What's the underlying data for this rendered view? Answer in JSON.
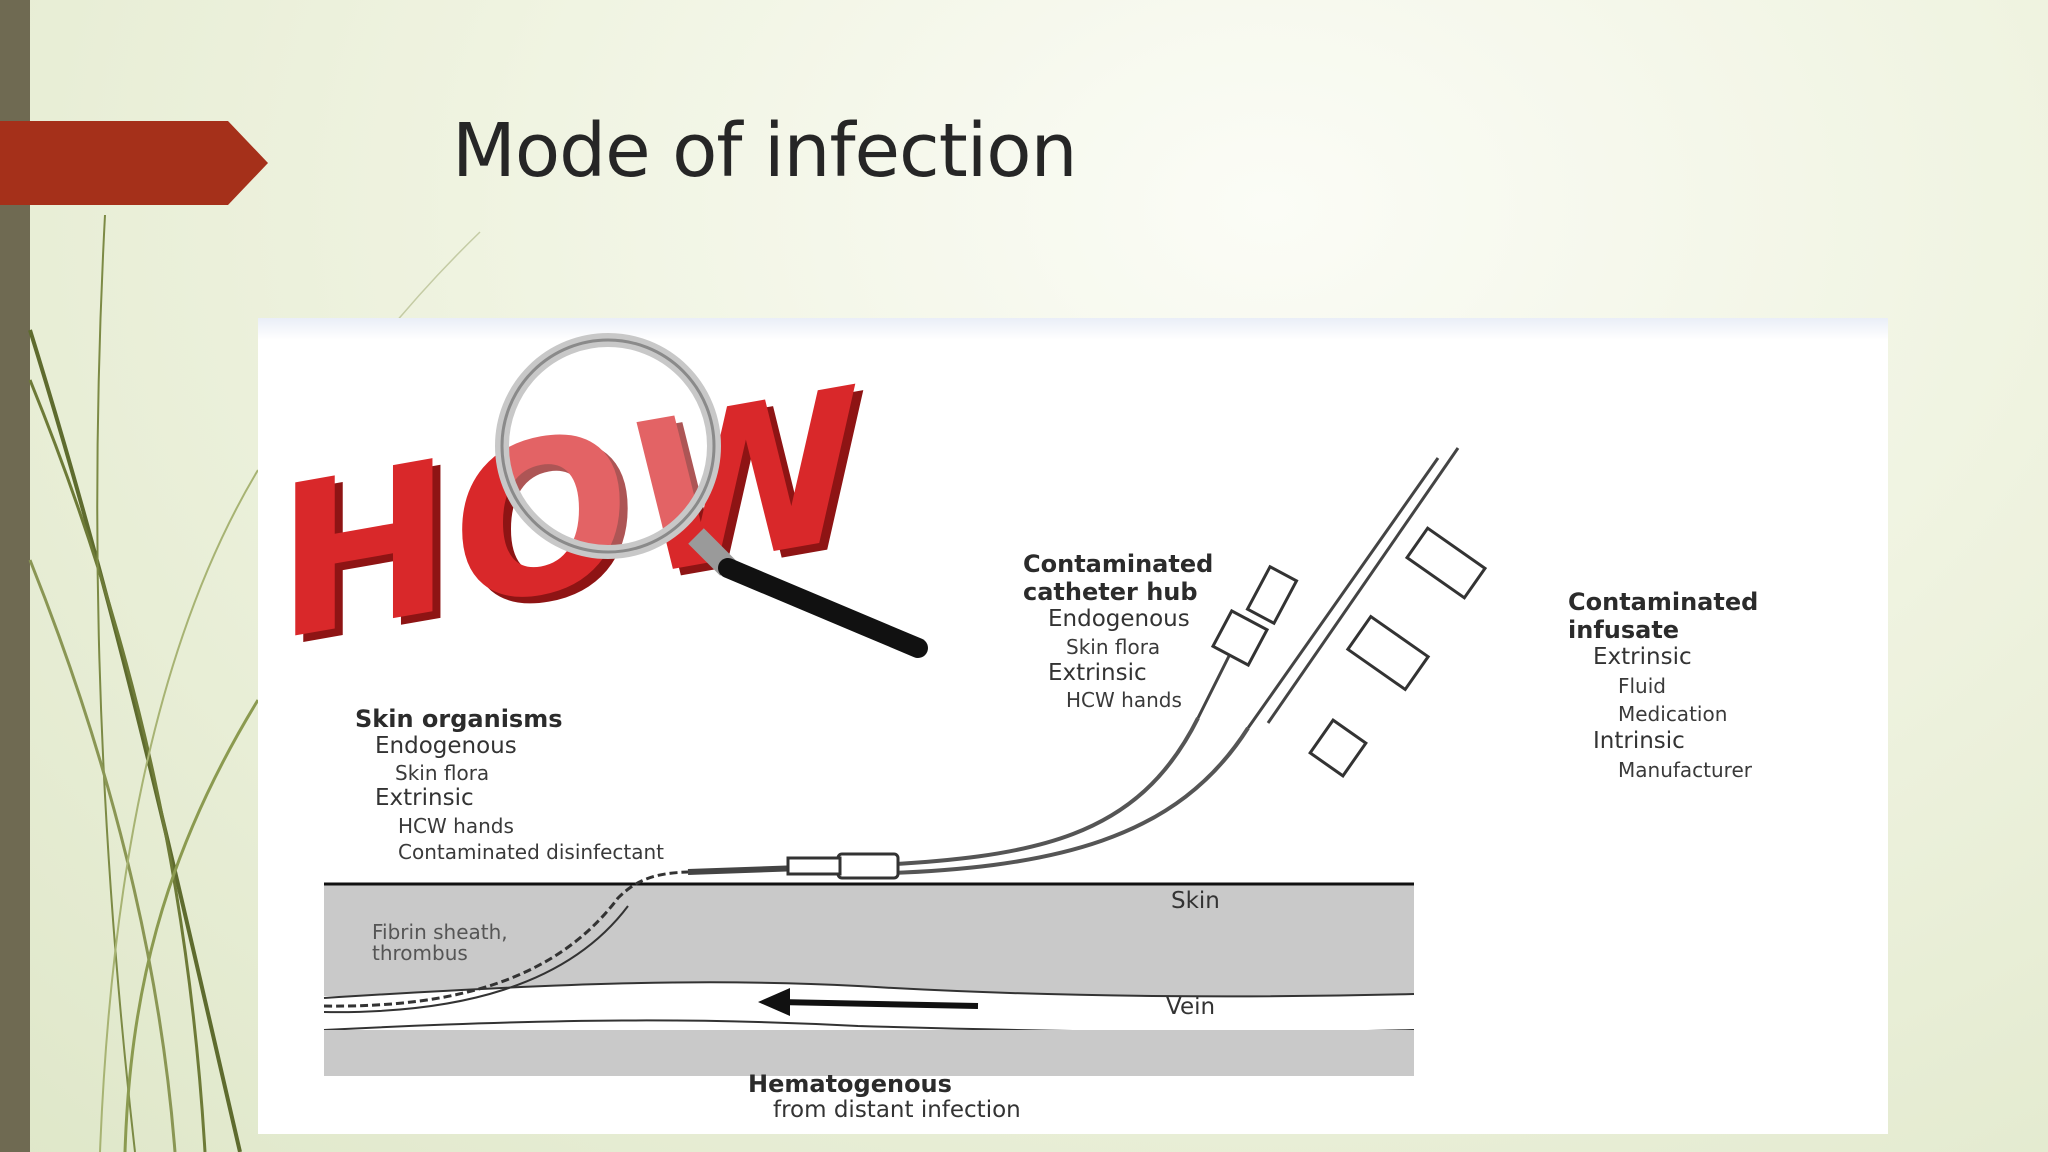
{
  "slide": {
    "title": "Mode of infection",
    "accent_color": "#a5301a",
    "sidebar_color": "#6f6a52"
  },
  "figure": {
    "logo_text": "HOW",
    "skin_organisms": {
      "heading": "Skin organisms",
      "endogenous": "Endogenous",
      "skin_flora": "Skin flora",
      "extrinsic": "Extrinsic",
      "hcw_hands": "HCW hands",
      "contaminated_disinfectant": "Contaminated  disinfectant"
    },
    "catheter_hub": {
      "heading_line1": "Contaminated",
      "heading_line2": "catheter  hub",
      "endogenous": "Endogenous",
      "skin_flora": "Skin flora",
      "extrinsic": "Extrinsic",
      "hcw_hands": "HCW hands"
    },
    "infusate": {
      "heading_line1": "Contaminated",
      "heading_line2": "infusate",
      "extrinsic": "Extrinsic",
      "fluid": "Fluid",
      "medication": "Medication",
      "intrinsic": "Intrinsic",
      "manufacturer": "Manufacturer"
    },
    "skin_label": "Skin",
    "vein_label": "Vein",
    "fibrin_line1": "Fibrin sheath,",
    "fibrin_line2": "thrombus",
    "hematogenous": "Hematogenous",
    "distant": "from distant infection"
  }
}
